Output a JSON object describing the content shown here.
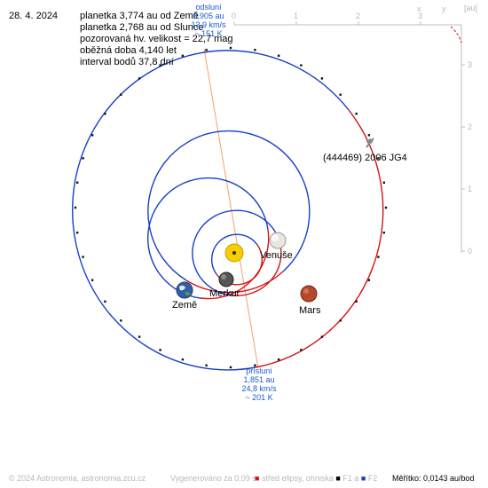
{
  "date": "28. 4. 2024",
  "info_lines": [
    "planetka 3,774 au od Země",
    "planetka 2,768 au od Slunce",
    "pozorovaná hv. velikost = 22,7 mag",
    "oběžná doba 4,140 let",
    "interval bodů 37,8 dní"
  ],
  "aphelion": {
    "title": "odsluní",
    "dist": "3,905 au",
    "speed": "13,9 km/s",
    "temp": "~ 151 K"
  },
  "perihelion": {
    "title": "přísluní",
    "dist": "1,851 au",
    "speed": "24,8 km/s",
    "temp": "~ 201 K"
  },
  "labels": {
    "asteroid": "(444469) 2006 JG4",
    "venus": "Venuše",
    "mercury": "Merkur",
    "earth": "Země",
    "mars": "Mars"
  },
  "axes": {
    "unit": "[au]",
    "x_label": "x",
    "y_label": "y",
    "x_ticks": [
      "0",
      "1",
      "2",
      "3"
    ],
    "y_ticks": [
      "3",
      "2",
      "1",
      "0"
    ]
  },
  "footer": {
    "copyright": "© 2024 Astronomia, astronomia.zcu.cz",
    "generated": "Vygenerováno za 0,09 s",
    "legend_center": "střed elipsy, ohniska",
    "legend_f1": "F1",
    "legend_a": "a",
    "legend_f2": "F2",
    "scale": "Měřítko: 0,0143 au/bod"
  },
  "colors": {
    "orbit_above": "#1740c8",
    "orbit_below": "#d41414",
    "apsides_line": "#f4a070",
    "label_blue": "#1a5ad6"
  }
}
